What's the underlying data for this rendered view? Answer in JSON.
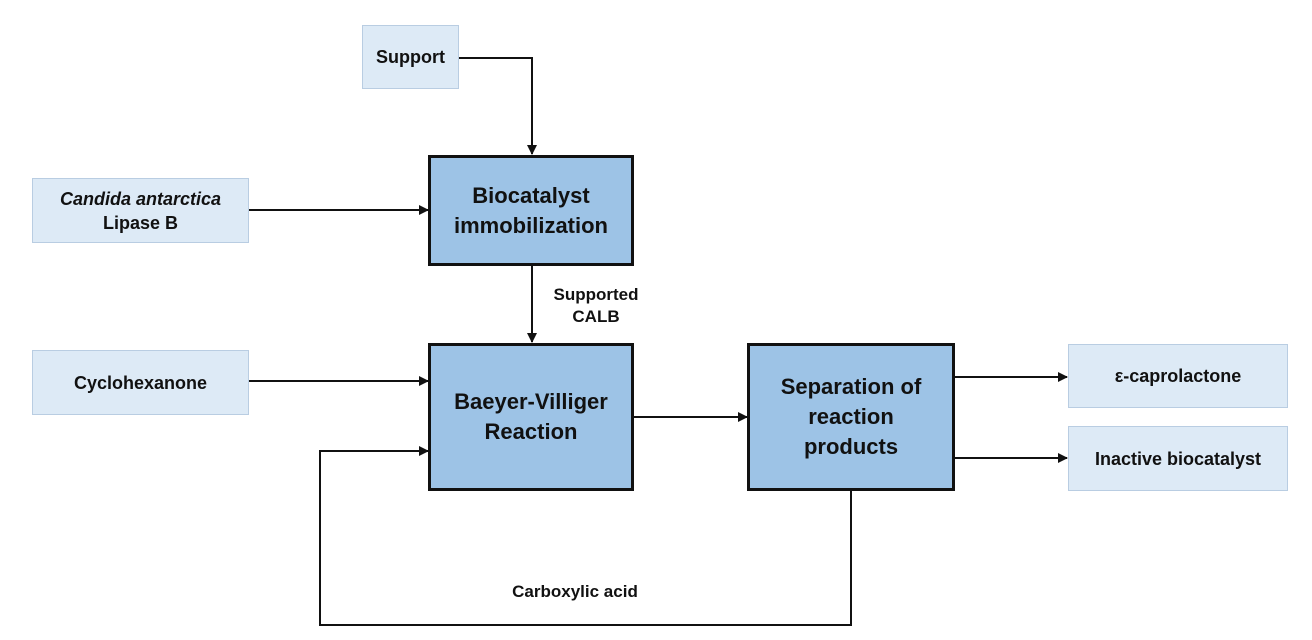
{
  "inputs": {
    "support": "Support",
    "enzyme_species": "Candida antarctica",
    "enzyme_name": "Lipase B",
    "cyclohexanone": "Cyclohexanone"
  },
  "processes": {
    "immobilization": [
      "Biocatalyst",
      "immobilization"
    ],
    "reaction": [
      "Baeyer-Villiger",
      "Reaction"
    ],
    "separation": [
      "Separation of",
      "reaction",
      "products"
    ]
  },
  "outputs": {
    "caprolactone": "ε-caprolactone",
    "inactive": "Inactive biocatalyst"
  },
  "flow_labels": {
    "supported": [
      "Supported",
      "CALB"
    ],
    "recycle": "Carboxylic acid"
  }
}
